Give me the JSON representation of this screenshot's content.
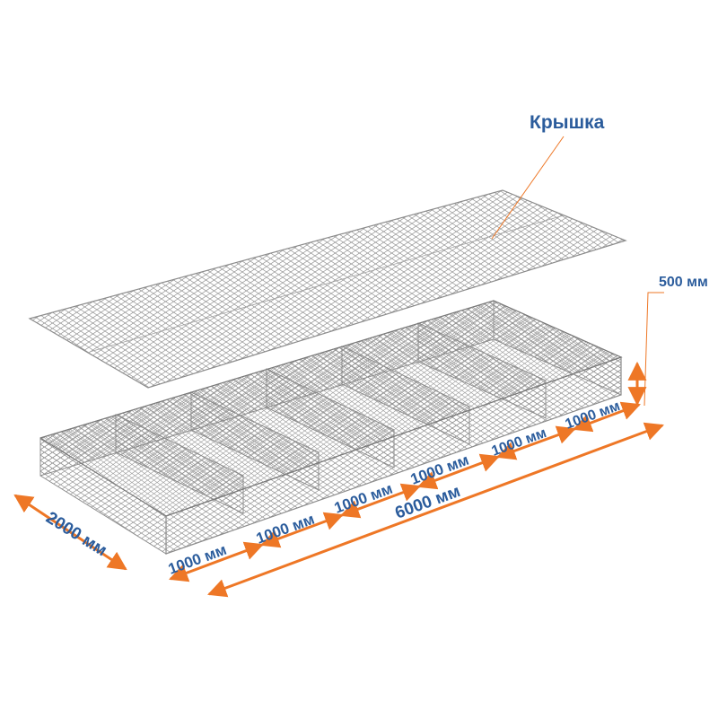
{
  "labels": {
    "lid": "Крышка",
    "height": "500 мм",
    "width": "2000 мм",
    "total_length": "6000 мм",
    "section_1": "1000 мм",
    "section_2": "1000 мм",
    "section_3": "1000 мм",
    "section_4": "1000 мм",
    "section_5": "1000 мм",
    "section_6": "1000 мм"
  },
  "colors": {
    "label_text": "#2b5c9c",
    "dimension_line": "#ee7726",
    "mesh": "#8c8c8c"
  }
}
